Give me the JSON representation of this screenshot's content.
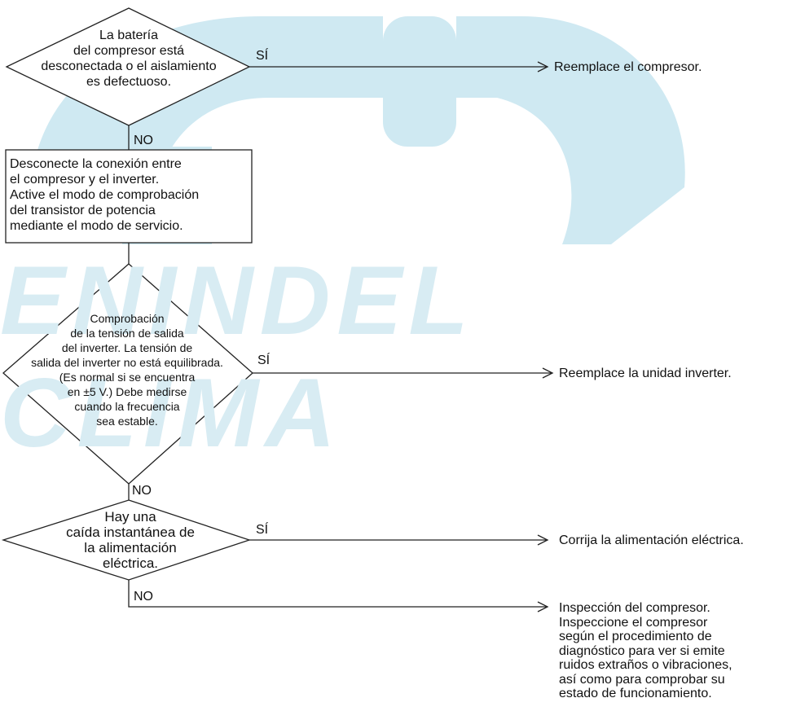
{
  "colors": {
    "watermark": "#cfe9f2",
    "watermark_text": "#d8ecf3",
    "line": "#222222"
  },
  "watermark": {
    "text": "ENINDEL CLIMA"
  },
  "decision1": {
    "lines": [
      "La batería",
      "del compresor está",
      "desconectada o el aislamiento",
      "es defectuoso."
    ],
    "yes_label": "SÍ",
    "no_label": "NO",
    "yes_result": "Reemplace el compresor."
  },
  "process1": {
    "lines": [
      "Desconecte la conexión entre",
      "el compresor y el inverter.",
      "Active el modo de comprobación",
      "del transistor de potencia",
      "mediante el modo de servicio."
    ]
  },
  "decision2": {
    "lines": [
      "Comprobación",
      "de la tensión de salida",
      "del inverter. La tensión de",
      "salida del inverter no está equilibrada.",
      "(Es normal si se encuentra",
      "en ±5 V.) Debe medirse",
      "cuando la frecuencia",
      "sea estable."
    ],
    "yes_label": "SÍ",
    "no_label": "NO",
    "yes_result": "Reemplace la unidad inverter."
  },
  "decision3": {
    "lines": [
      "Hay una",
      "caída instantánea de",
      "la alimentación",
      "eléctrica."
    ],
    "yes_label": "SÍ",
    "no_label": "NO",
    "yes_result": "Corrija la alimentación eléctrica."
  },
  "final_result": {
    "lines": [
      "Inspección del compresor.",
      "Inspeccione el compresor",
      "según el procedimiento de",
      "diagnóstico para ver si emite",
      "ruidos extraños o vibraciones,",
      "así como para comprobar su",
      "estado de funcionamiento."
    ]
  }
}
